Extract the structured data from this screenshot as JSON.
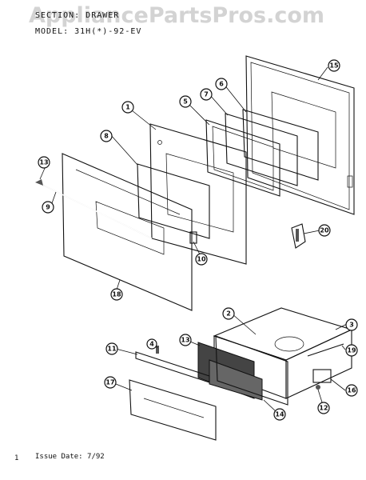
{
  "watermark": "AppliancePartsPros.com",
  "header": {
    "section": "SECTION: DRAWER",
    "model": "MODEL: 31H(*)-92-EV"
  },
  "footer": {
    "page": "1",
    "issue": "Issue Date: 7/92"
  },
  "callouts": [
    "1",
    "2",
    "3",
    "4",
    "5",
    "6",
    "7",
    "8",
    "9",
    "10",
    "11",
    "12",
    "13",
    "13",
    "14",
    "15",
    "16",
    "17",
    "18",
    "19",
    "20"
  ]
}
